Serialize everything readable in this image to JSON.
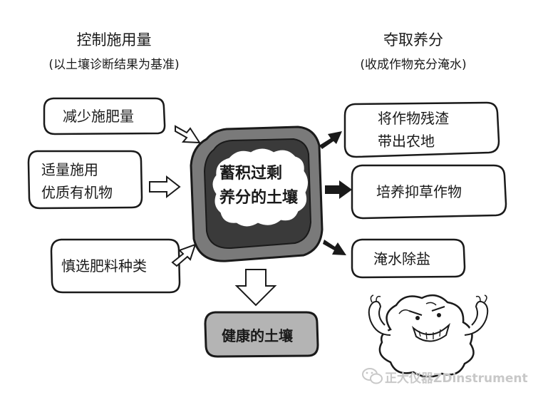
{
  "left_header": {
    "title": "控制施用量",
    "subtitle": "(以土壤诊断结果为基准)"
  },
  "right_header": {
    "title": "夺取养分",
    "subtitle": "(收成作物充分淹水)"
  },
  "left_boxes": [
    {
      "lines": [
        "减少施肥量"
      ]
    },
    {
      "lines": [
        "适量施用",
        "优质有机物"
      ]
    },
    {
      "lines": [
        "慎选肥料种类"
      ]
    }
  ],
  "center": {
    "lines": [
      "蓄积过剩",
      "养分的土壤"
    ]
  },
  "right_boxes": [
    {
      "lines": [
        "将作物残渣",
        "带出农地"
      ]
    },
    {
      "lines": [
        "培养抑草作物"
      ]
    },
    {
      "lines": [
        "淹水除盐"
      ]
    }
  ],
  "result": {
    "label": "健康的土壤"
  },
  "watermark": {
    "text": "正大仪器ZDinstrument"
  },
  "colors": {
    "outer_soil": "#7a7a7a",
    "inner_soil": "#3a3a3a",
    "result_fill": "#b4b4b4",
    "outline": "#1a1a1a"
  }
}
